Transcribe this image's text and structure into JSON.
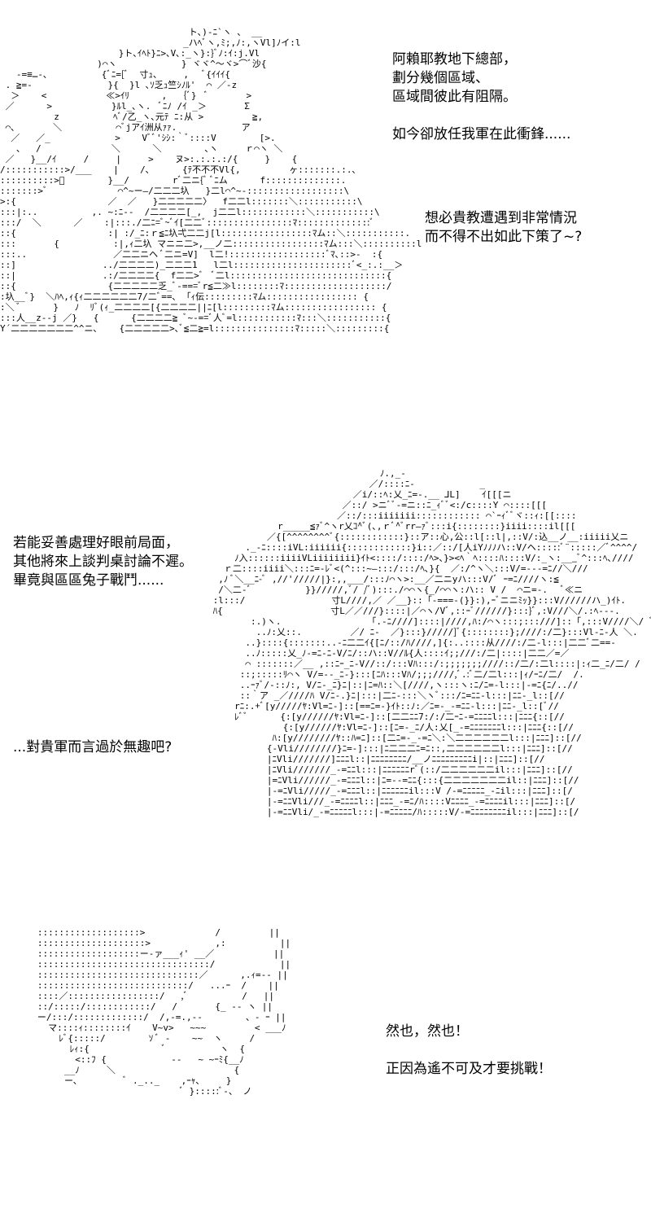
{
  "panel1": {
    "dialogue_a": [
      "阿賴耶教地下總部，",
      "劃分幾個區域、",
      "區域間彼此有阻隔。"
    ],
    "dialogue_b": "如今卻放任我軍在此衝鋒......",
    "dialogue_c": [
      "想必貴教遭遇到非常情況",
      "而不得不出如此下策了~?"
    ]
  },
  "panel2": {
    "dialogue_a": [
      "若能妥善處理好眼前局面，",
      "其他將來上談判桌討論不遲。",
      "畢竟與區區兔子戰鬥......"
    ],
    "dialogue_b": "...對貴軍而言過於無趣吧?"
  },
  "panel3": {
    "dialogue_a": "然也，然也！",
    "dialogue_b": "正因為遙不可及才要挑戰！"
  }
}
